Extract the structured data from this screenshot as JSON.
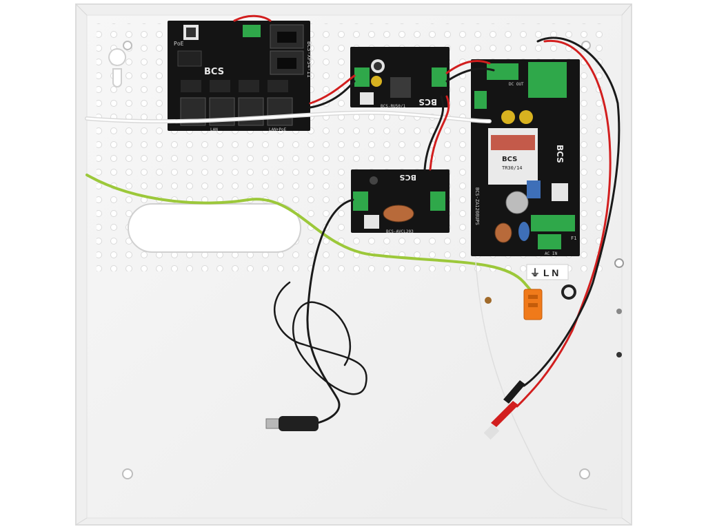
{
  "scene": {
    "description_visible_labels": true
  },
  "boards": {
    "switch": {
      "brand": "BCS",
      "model": "BCS-XPS4-II",
      "poe_label": "PoE",
      "lan_label": "LAN",
      "lan_poe_label": "LAN+PoE"
    },
    "converter_top": {
      "brand": "BCS",
      "model": "BCS-RU50/1"
    },
    "converter_mid": {
      "brand": "BCS",
      "model": "BCS-AVCL203"
    },
    "psu": {
      "brand": "BCS",
      "transformer_brand": "BCS",
      "transformer_model": "TR30/14",
      "model": "BCS-ZA1208UPS",
      "fuse_label": "F1",
      "ac_label": "AC IN",
      "dc_label": "DC OUT"
    }
  },
  "terminal_label": {
    "ground_symbol": "⏚",
    "text": "L N"
  },
  "colors": {
    "enclosure": "#f4f4f4",
    "pcb": "#141414",
    "terminal_green": "#2fa84a",
    "wire_red": "#d21e1e",
    "wire_black": "#1a1a1a",
    "wire_ground": "#9cc83a",
    "connector_orange": "#f07a1a"
  }
}
